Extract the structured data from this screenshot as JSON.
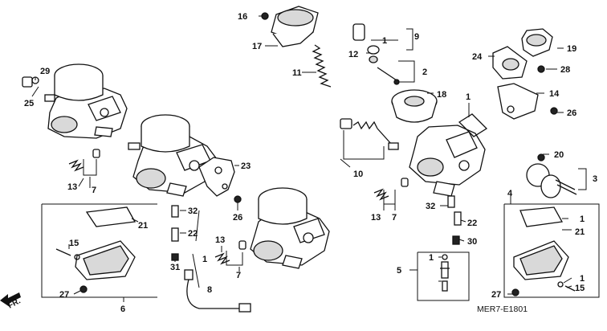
{
  "diagram_code": "MER7-E1801",
  "front_marker": "FR.",
  "callouts": {
    "c1a": "1",
    "c1b": "1",
    "c1c": "1",
    "c1d": "1",
    "c1e": "1",
    "c2": "2",
    "c3": "3",
    "c4": "4",
    "c5": "5",
    "c6": "6",
    "c7a": "7",
    "c7b": "7",
    "c7c": "7",
    "c8": "8",
    "c9": "9",
    "c10": "10",
    "c11": "11",
    "c12": "12",
    "c13a": "13",
    "c13b": "13",
    "c13c": "13",
    "c14": "14",
    "c15a": "15",
    "c15b": "15",
    "c16": "16",
    "c17": "17",
    "c18": "18",
    "c19": "19",
    "c20": "20",
    "c21a": "21",
    "c21b": "21",
    "c22a": "22",
    "c22b": "22",
    "c23": "23",
    "c24": "24",
    "c25": "25",
    "c26a": "26",
    "c26b": "26",
    "c27a": "27",
    "c27b": "27",
    "c28": "28",
    "c29": "29",
    "c30": "30",
    "c31": "31",
    "c32a": "32",
    "c32b": "32"
  }
}
